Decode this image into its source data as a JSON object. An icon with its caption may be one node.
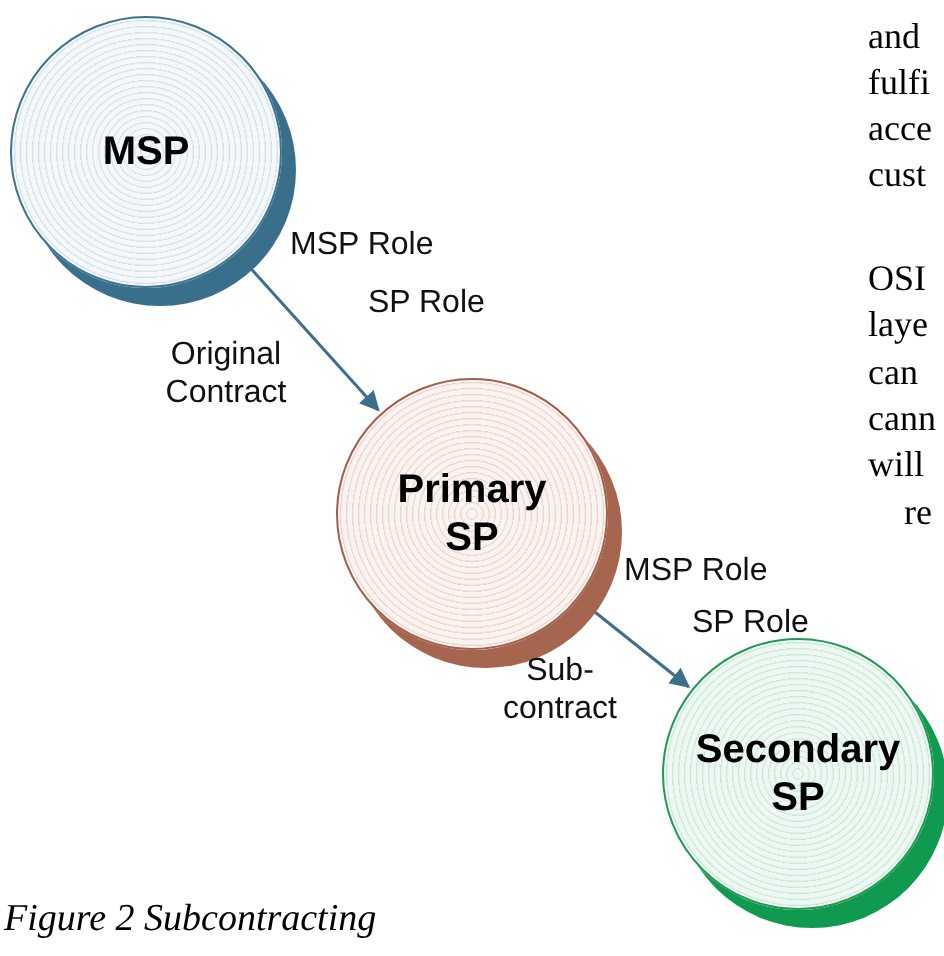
{
  "diagram": {
    "caption": "Figure 2 Subcontracting",
    "nodes": [
      {
        "text": [
          "MSP"
        ]
      },
      {
        "text": [
          "Primary SP"
        ]
      },
      {
        "text": [
          "Secondary SP"
        ]
      }
    ],
    "edges": [
      {
        "from": 0,
        "to": 1,
        "arrow": "to",
        "label": "Original Contract"
      },
      {
        "from": 1,
        "to": 2,
        "arrow": "to",
        "label": "Sub- contract"
      }
    ],
    "labels": [
      "MSP Role",
      "SP Role",
      "MSP Role",
      "SP Role",
      "and",
      "fulfi",
      "acce",
      "cust",
      "OSI",
      "laye",
      "can",
      "cann",
      "will",
      "re"
    ]
  }
}
